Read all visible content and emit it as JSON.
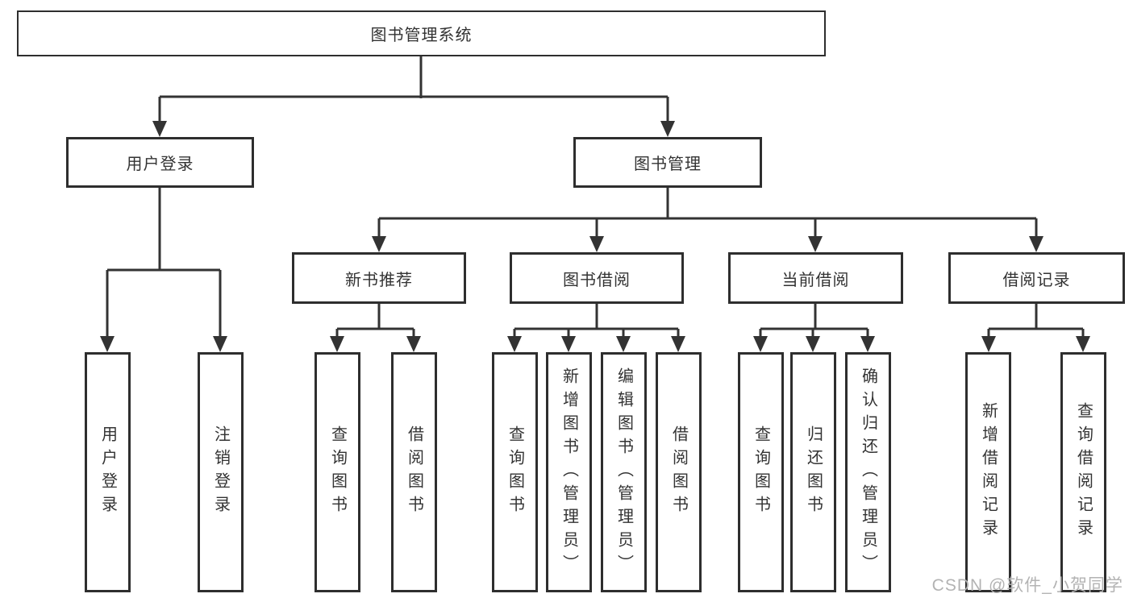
{
  "colors": {
    "line": "#333333",
    "box_border": "#2e2e2e",
    "text": "#333333",
    "background": "#ffffff",
    "watermark": "#b3b3b3"
  },
  "watermark": "CSDN @软件_小贺同学",
  "tree": {
    "root": {
      "label": "图书管理系统",
      "children": [
        {
          "label": "用户登录",
          "children": [
            {
              "label": "用户登录"
            },
            {
              "label": "注销登录"
            }
          ]
        },
        {
          "label": "图书管理",
          "children": [
            {
              "label": "新书推荐",
              "children": [
                {
                  "label": "查询图书"
                },
                {
                  "label": "借阅图书"
                }
              ]
            },
            {
              "label": "图书借阅",
              "children": [
                {
                  "label": "查询图书"
                },
                {
                  "label": "新增图书（管理员）"
                },
                {
                  "label": "编辑图书（管理员）"
                },
                {
                  "label": "借阅图书"
                }
              ]
            },
            {
              "label": "当前借阅",
              "children": [
                {
                  "label": "查询图书"
                },
                {
                  "label": "归还图书"
                },
                {
                  "label": "确认归还（管理员）"
                }
              ]
            },
            {
              "label": "借阅记录",
              "children": [
                {
                  "label": "新增借阅记录"
                },
                {
                  "label": "查询借阅记录"
                }
              ]
            }
          ]
        }
      ]
    }
  }
}
